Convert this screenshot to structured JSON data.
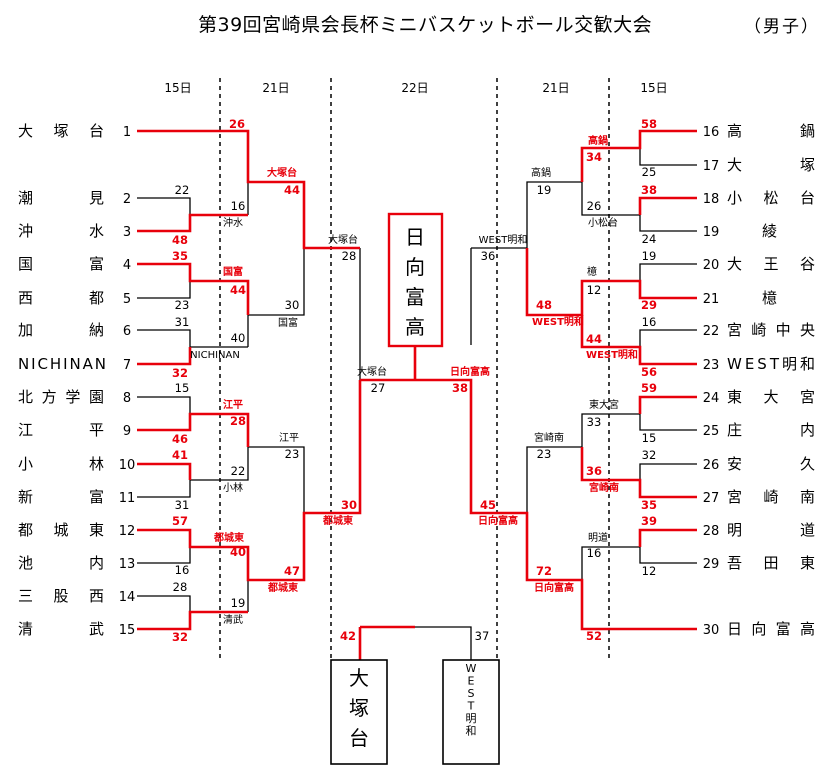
{
  "title": "第39回宮崎県会長杯ミニバスケットボール交歓大会",
  "division": "（男子）",
  "colors": {
    "winner": "#e8000b",
    "line": "#000000"
  },
  "days": [
    "15日",
    "21日",
    "22日",
    "21日",
    "15日"
  ],
  "left_teams": [
    {
      "name": "大塚台",
      "seed": "1"
    },
    {
      "name": "潮見",
      "seed": "2"
    },
    {
      "name": "沖水",
      "seed": "3"
    },
    {
      "name": "国富",
      "seed": "4"
    },
    {
      "name": "西都",
      "seed": "5"
    },
    {
      "name": "加納",
      "seed": "6"
    },
    {
      "name": "NICHINAN",
      "seed": "7"
    },
    {
      "name": "北方学園",
      "seed": "8"
    },
    {
      "name": "江平",
      "seed": "9"
    },
    {
      "name": "小林",
      "seed": "10"
    },
    {
      "name": "新富",
      "seed": "11"
    },
    {
      "name": "都城東",
      "seed": "12"
    },
    {
      "name": "池内",
      "seed": "13"
    },
    {
      "name": "三股西",
      "seed": "14"
    },
    {
      "name": "清武",
      "seed": "15"
    }
  ],
  "right_teams": [
    {
      "name": "高鍋",
      "seed": "16"
    },
    {
      "name": "大塚",
      "seed": "17"
    },
    {
      "name": "小松台",
      "seed": "18"
    },
    {
      "name": "綾",
      "seed": "19"
    },
    {
      "name": "大王谷",
      "seed": "20"
    },
    {
      "name": "檍",
      "seed": "21"
    },
    {
      "name": "宮崎中央",
      "seed": "22"
    },
    {
      "name": "WEST明和",
      "seed": "23"
    },
    {
      "name": "東大宮",
      "seed": "24"
    },
    {
      "name": "庄内",
      "seed": "25"
    },
    {
      "name": "安久",
      "seed": "26"
    },
    {
      "name": "宮崎南",
      "seed": "27"
    },
    {
      "name": "明道",
      "seed": "28"
    },
    {
      "name": "吾田東",
      "seed": "29"
    },
    {
      "name": "日向富高",
      "seed": "30"
    }
  ],
  "scores": {
    "L1_26": "26",
    "L2_22": "22",
    "L3_48": "48",
    "L23_16": "16",
    "L23_44": "44",
    "L4_35": "35",
    "L5_23": "23",
    "L45_44": "44",
    "L6_31": "31",
    "L7_32": "32",
    "L67_40": "40",
    "L4567_30": "30",
    "L8_15": "15",
    "L9_46": "46",
    "L89_28": "28",
    "L10_41": "41",
    "L11_31": "31",
    "L1011_22": "22",
    "L811_23": "23",
    "L12_57": "57",
    "L13_16": "16",
    "L1213_40": "40",
    "L14_28": "28",
    "L15_32": "32",
    "L1415_19": "19",
    "L1215_47": "47",
    "LQ1_28": "28",
    "LQ2_30": "30",
    "R16_58": "58",
    "R17_25": "25",
    "R1617_34": "34",
    "R18_38": "38",
    "R19_24": "24",
    "R1819_26": "26",
    "R1619_19": "19",
    "R20_19": "19",
    "R21_29": "29",
    "R2021_12": "12",
    "R22_16": "16",
    "R23_56": "56",
    "R2223_44": "44",
    "R2023_48": "48",
    "R24_59": "59",
    "R25_15": "15",
    "R2425_33": "33",
    "R26_32": "32",
    "R27_35": "35",
    "R2627_36": "36",
    "R2427_23": "23",
    "R28_39": "39",
    "R29_12": "12",
    "R2829_16": "16",
    "R2830_72": "72",
    "R30_52": "52",
    "RQ1_36": "36",
    "RQ2_45": "45",
    "SF_L_27": "27",
    "SF_R_38": "38",
    "F_L_42": "42",
    "F_R_37": "37"
  },
  "winner_labels": {
    "L1_winner": "大塚台",
    "L23_winner": "沖水",
    "L45_winner": "国富",
    "L45_loser": "国富",
    "L67_winner": "NICHINAN",
    "L89_winner": "江平",
    "L811_winner": "江平",
    "L1011_winner": "小林",
    "L1213_winner": "都城東",
    "L1215_winner": "都城東",
    "L1415_winner": "清武",
    "LQ1_winner": "大塚台",
    "LQ2_winner": "都城東",
    "R1617_winner": "高鍋",
    "R1619_winner": "高鍋",
    "R1819_winner": "小松台",
    "R2021_winner": "檍",
    "R2223_winner": "WEST明和",
    "R2023_winner": "WEST明和",
    "R2425_winner": "東大宮",
    "R2427_winner": "宮崎南",
    "R2627_winner": "宮崎南",
    "R2829_winner": "明道",
    "R2830_winner": "日向富高",
    "RQ1_winner": "WEST明和",
    "RQ2_winner": "日向富高",
    "SF_R_winner": "日向富高"
  },
  "champion": "日向富高",
  "final_left": "大塚台",
  "final_right": "WEST明和"
}
